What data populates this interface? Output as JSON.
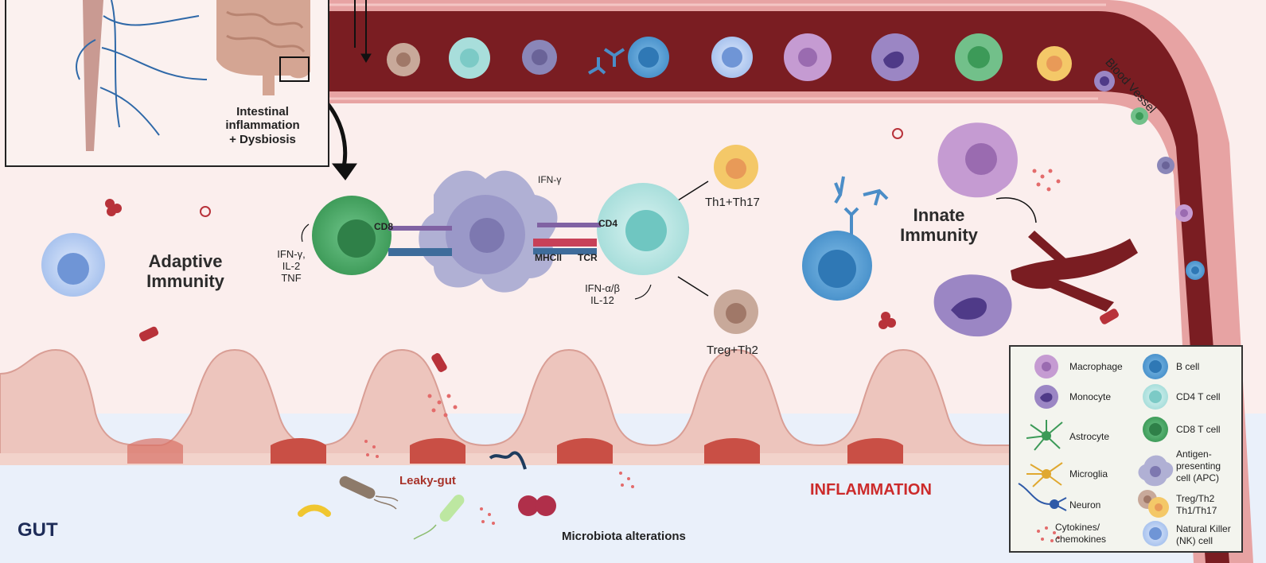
{
  "inset": {
    "caption_line1": "Intestinal",
    "caption_line2": "inflammation",
    "caption_line3": "+ Dysbiosis"
  },
  "vessel": {
    "label": "Blood Vessel"
  },
  "adaptive": {
    "title_line1": "Adaptive",
    "title_line2": "Immunity",
    "cd8": "CD8",
    "cd4": "CD4",
    "mhcii": "MHCII",
    "tcr": "TCR",
    "ifn_gamma": "IFN-γ",
    "cd8_cytokines": [
      "IFN-γ,",
      "IL-2",
      "TNF"
    ],
    "apc_cytokines": [
      "IFN-α/β",
      "IL-12"
    ],
    "th1_th17": "Th1+Th17",
    "treg_th2": "Treg+Th2"
  },
  "innate": {
    "title_line1": "Innate",
    "title_line2": "Immunity"
  },
  "gut": {
    "label": "GUT",
    "leaky_gut": "Leaky-gut",
    "microbiota": "Microbiota alterations",
    "inflammation": "INFLAMMATION"
  },
  "legend": {
    "items": [
      {
        "name": "macrophage",
        "text": "Macrophage"
      },
      {
        "name": "b-cell",
        "text": "B cell"
      },
      {
        "name": "monocyte",
        "text": "Monocyte"
      },
      {
        "name": "cd4-t-cell",
        "text": "CD4 T cell"
      },
      {
        "name": "astrocyte",
        "text": "Astrocyte"
      },
      {
        "name": "cd8-t-cell",
        "text": "CD8 T cell"
      },
      {
        "name": "microglia",
        "text": "Microglia"
      },
      {
        "name": "apc",
        "text": "Antigen-\npresenting\ncell (APC)"
      },
      {
        "name": "neuron",
        "text": "Neuron"
      },
      {
        "name": "treg-th",
        "text": "Treg/Th2\nTh1/Th17"
      },
      {
        "name": "cytokines",
        "text": "Cytokines/\nchemokines"
      },
      {
        "name": "nk-cell",
        "text": "Natural Killer\n(NK) cell"
      }
    ]
  },
  "colors": {
    "vessel_lumen": "#7a1d22",
    "vessel_wall": "#e7a3a3",
    "epithelium": "#edc5bd",
    "crypt": "#c94f45",
    "gut_lumen": "#eaf0fa",
    "inflammation_text": "#cc2b2b",
    "leaky_text": "#a8332a",
    "gut_text": "#1e2c58"
  }
}
